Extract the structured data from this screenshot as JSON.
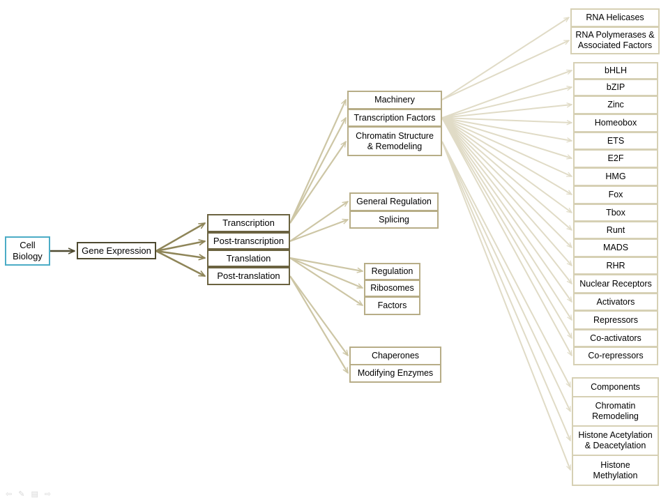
{
  "colors": {
    "root_border": "#4bacc6",
    "level1_border": "#4e4a30",
    "level2_border": "#6b6340",
    "level3_border": "#b7ad87",
    "level4_border": "#d6d0b4",
    "arrow_dark": "#4e4a30",
    "arrow_mid": "#8e8558",
    "arrow_light": "#cdc6a5",
    "arrow_lighter": "#e0dbc6"
  },
  "slide_controls": [
    "back-arrow-icon",
    "pen-icon",
    "menu-icon",
    "forward-arrow-icon"
  ],
  "diagram": {
    "root": "Cell\nBiology",
    "gene_expression": "Gene Expression",
    "stages": {
      "transcription": "Transcription",
      "post_transcription": "Post-transcription",
      "translation": "Translation",
      "post_translation": "Post-translation"
    },
    "transcription_children": {
      "machinery": "Machinery",
      "transcription_factors": "Transcription Factors",
      "chromatin": "Chromatin Structure\n& Remodeling"
    },
    "post_transcription_children": {
      "general_regulation": "General Regulation",
      "splicing": "Splicing"
    },
    "translation_children": {
      "regulation": "Regulation",
      "ribosomes": "Ribosomes",
      "factors": "Factors"
    },
    "post_translation_children": {
      "chaperones": "Chaperones",
      "modifying_enzymes": "Modifying Enzymes"
    },
    "machinery_children": {
      "rna_helicases": "RNA Helicases",
      "rna_polymerases": "RNA Polymerases &\nAssociated Factors"
    },
    "tf_children": {
      "bhlh": "bHLH",
      "bzip": "bZIP",
      "zinc": "Zinc",
      "homeobox": "Homeobox",
      "ets": "ETS",
      "e2f": "E2F",
      "hmg": "HMG",
      "fox": "Fox",
      "tbox": "Tbox",
      "runt": "Runt",
      "mads": "MADS",
      "rhr": "RHR",
      "nuclear_receptors": "Nuclear Receptors",
      "activators": "Activators",
      "repressors": "Repressors",
      "co_activators": "Co-activators",
      "co_repressors": "Co-repressors"
    },
    "chromatin_children": {
      "components": "Components",
      "chromatin_remodeling": "Chromatin\nRemodeling",
      "histone_acetylation": "Histone Acetylation\n& Deacetylation",
      "histone_methylation": "Histone\nMethylation"
    }
  }
}
